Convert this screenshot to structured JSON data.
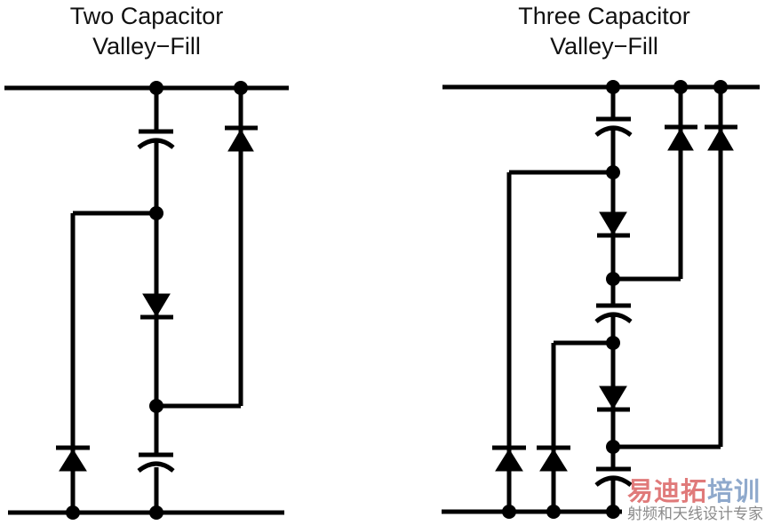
{
  "diagrams": [
    {
      "title_line1": "Two Capacitor",
      "title_line2": "Valley−Fill",
      "capacitors": 2,
      "diodes": 3
    },
    {
      "title_line1": "Three Capacitor",
      "title_line2": "Valley−Fill",
      "capacitors": 3,
      "diodes": 6
    }
  ],
  "watermark": {
    "line1_red": "易迪拓",
    "line1_blue": "培训",
    "line2": "射频和天线设计专家",
    "color_red": "#e07a7a",
    "color_blue": "#8fa9cc"
  },
  "colors": {
    "wire": "#000000",
    "background": "#ffffff"
  }
}
